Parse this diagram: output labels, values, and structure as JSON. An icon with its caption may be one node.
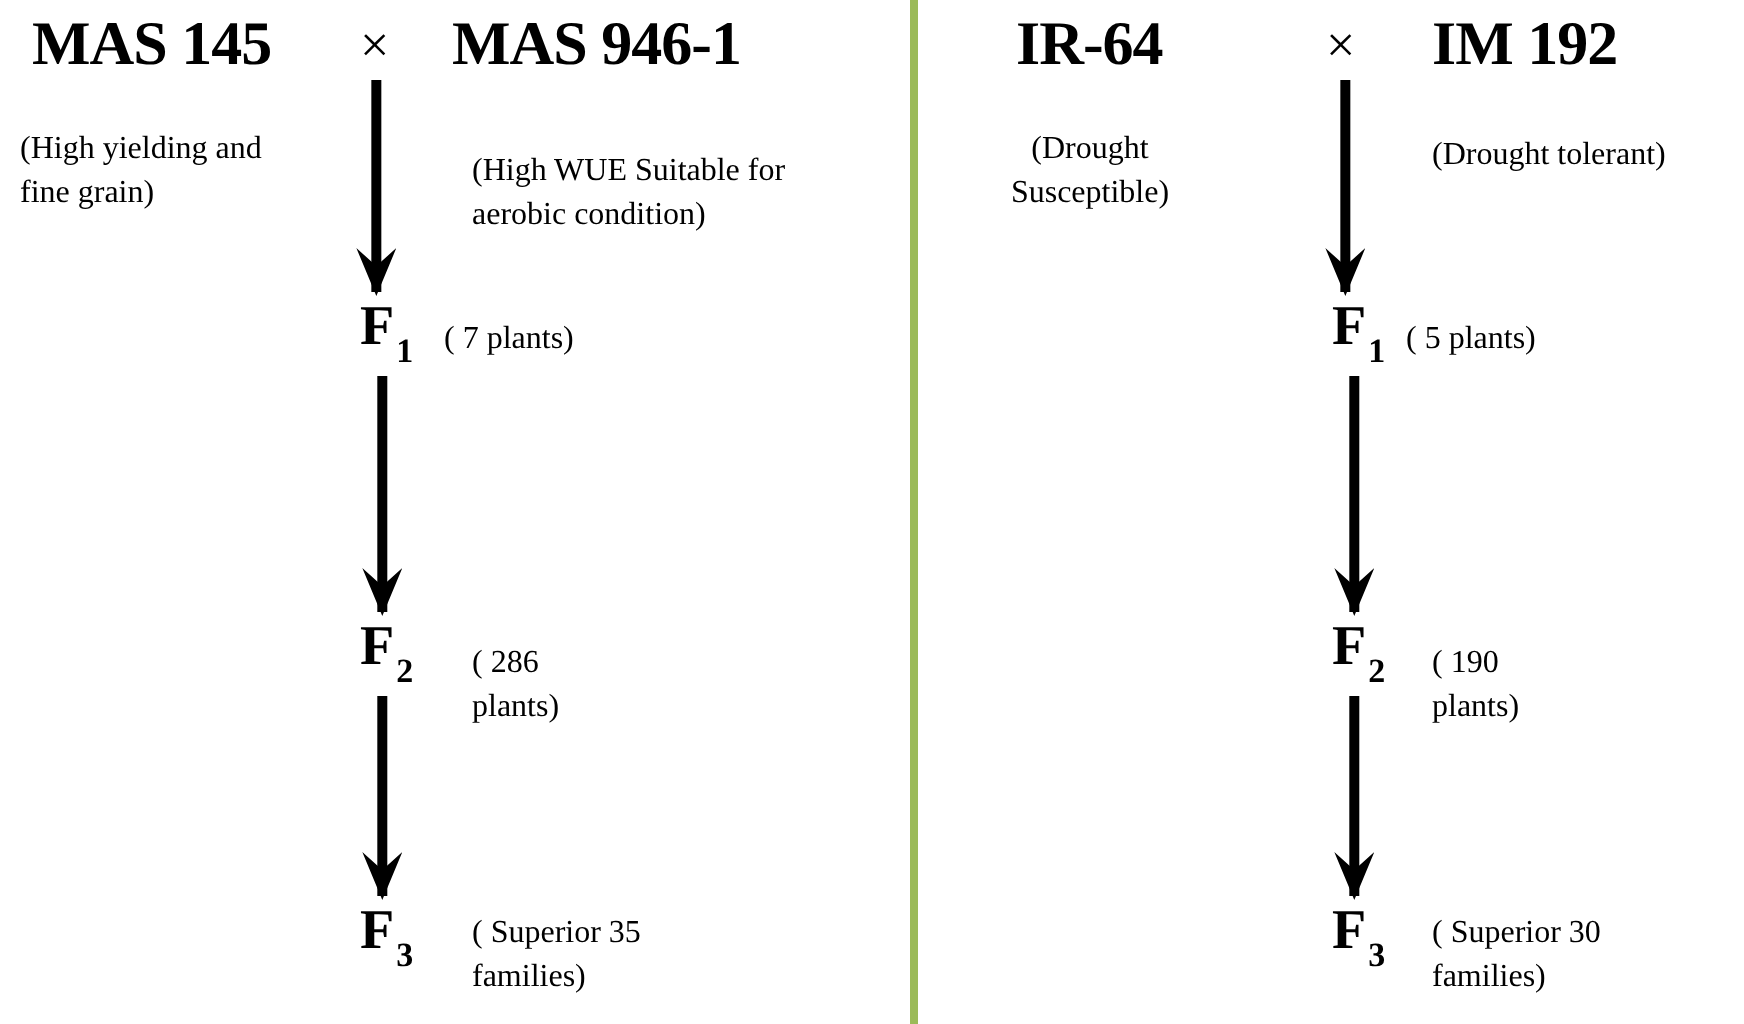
{
  "diagram": {
    "nodes": [
      {
        "text": [
          "MAS 145"
        ],
        "beside": [
          "(High yielding and fine grain)"
        ]
      },
      {
        "text": [
          "×"
        ]
      },
      {
        "text": [
          "MAS 946-1"
        ],
        "beside": [
          "(High WUE Suitable for aerobic condition)"
        ]
      },
      {
        "text": [
          "F$_{1}$"
        ],
        "beside": [
          "( 7 plants)"
        ]
      },
      {
        "text": [
          "F$_{2}$"
        ],
        "beside": [
          "( 286 plants)"
        ]
      },
      {
        "text": [
          "F$_{3}$"
        ],
        "beside": [
          "( Superior 35 families)"
        ]
      },
      {
        "text": [
          "IR-64"
        ],
        "beside": [
          "(Drought Susceptible)"
        ]
      },
      {
        "text": [
          "×"
        ]
      },
      {
        "text": [
          "IM 192"
        ],
        "beside": [
          "(Drought tolerant)"
        ]
      },
      {
        "text": [
          "F$_{1}$"
        ],
        "beside": [
          "( 5 plants)"
        ]
      },
      {
        "text": [
          "F$_{2}$"
        ],
        "beside": [
          "( 190 plants)"
        ]
      },
      {
        "text": [
          "F$_{3}$"
        ],
        "beside": [
          "( Superior 30 families)"
        ]
      }
    ],
    "edges": [
      {
        "from": 1,
        "to": 3,
        "arrow": "to"
      },
      {
        "from": 3,
        "to": 4,
        "arrow": "to"
      },
      {
        "from": 4,
        "to": 5,
        "arrow": "to"
      },
      {
        "from": 7,
        "to": 9,
        "arrow": "to"
      },
      {
        "from": 9,
        "to": 10,
        "arrow": "to"
      },
      {
        "from": 10,
        "to": 11,
        "arrow": "to"
      }
    ]
  }
}
